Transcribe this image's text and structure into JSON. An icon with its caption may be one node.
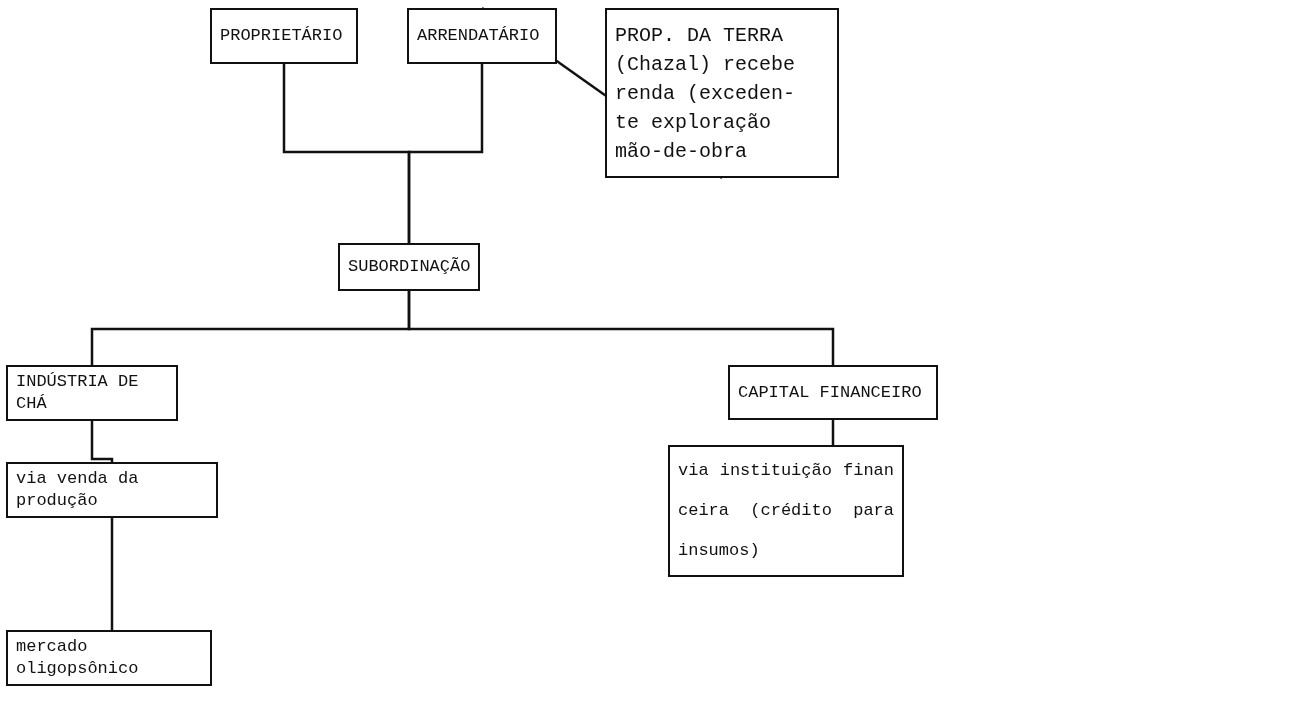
{
  "diagram": {
    "nodes": [
      {
        "text": [
          "PROPRIETÁRIO"
        ]
      },
      {
        "text": [
          "ARRENDATÁRIO"
        ]
      },
      {
        "text": [
          "PROP. DA TERRA (Chazal) recebe renda (exceden- te exploração mão-de-obra"
        ]
      },
      {
        "text": [
          "SUBORDINAÇÃO"
        ]
      },
      {
        "text": [
          "INDÚSTRIA DE CHÁ"
        ]
      },
      {
        "text": [
          "CAPITAL FINANCEIRO"
        ]
      },
      {
        "text": [
          "via venda da produção"
        ]
      },
      {
        "text": [
          "via instituição finan ceira (crédito para insumos)"
        ]
      },
      {
        "text": [
          "mercado oligopsônico"
        ]
      }
    ],
    "edges": [
      {
        "from": 0,
        "to": 3,
        "arrow": "none"
      },
      {
        "from": 1,
        "to": 3,
        "arrow": "none"
      },
      {
        "from": 1,
        "to": 2,
        "arrow": "none"
      },
      {
        "from": 3,
        "to": 4,
        "arrow": "none"
      },
      {
        "from": 3,
        "to": 5,
        "arrow": "none"
      },
      {
        "from": 4,
        "to": 6,
        "arrow": "none"
      },
      {
        "from": 6,
        "to": 8,
        "arrow": "none"
      },
      {
        "from": 5,
        "to": 7,
        "arrow": "none"
      }
    ]
  }
}
